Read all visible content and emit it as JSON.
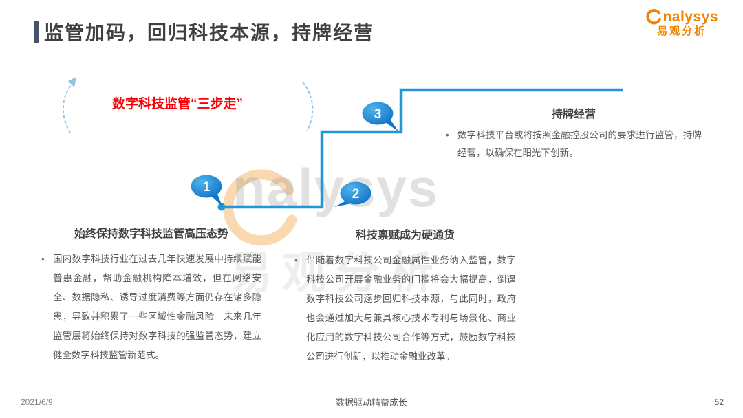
{
  "header": {
    "title": "监管加码，回归科技本源，持牌经营",
    "logo": {
      "latin": "nalysys",
      "cn": "易观分析"
    }
  },
  "diagram": {
    "label": "数字科技监管“三步走”",
    "colors": {
      "line": "#2496D8",
      "bubble_dark": "#0D6FC4",
      "bubble_light": "#4FB3EA",
      "arc": "#8FC3E8",
      "label_red": "#FB0006",
      "accent_bar": "#44546A"
    },
    "steps": [
      {
        "num": "1",
        "title": "始终保持数字科技监管高压态势",
        "body": "国内数字科技行业在过去几年快速发展中持续赋能普惠金融，帮助金融机构降本增效，但在网络安全、数据隐私、诱导过度消费等方面仍存在诸多隐患，导致并积累了一些区域性金融风险。未来几年监管层将始终保持对数字科技的强监管态势，建立健全数字科技监管新范式。"
      },
      {
        "num": "2",
        "title": "科技禀赋成为硬通货",
        "body": "伴随着数字科技公司金融属性业务纳入监管，数字科技公司开展金融业务的门槛将会大幅提高，倒逼数字科技公司逐步回归科技本源，与此同时，政府也会通过加大与兼具核心技术专利与场景化、商业化应用的数字科技公司合作等方式，鼓励数字科技公司进行创新，以推动金融业改革。"
      },
      {
        "num": "3",
        "title": "持牌经营",
        "body": "数字科技平台或将按照金融控股公司的要求进行监管，持牌经营，以确保在阳光下创新。"
      }
    ]
  },
  "watermark": {
    "latin": "nalysys",
    "cn": "易观分析"
  },
  "footer": {
    "date": "2021/6/9",
    "slogan": "数据驱动精益成长",
    "page": "52"
  },
  "ui": {
    "bullet": "•"
  }
}
